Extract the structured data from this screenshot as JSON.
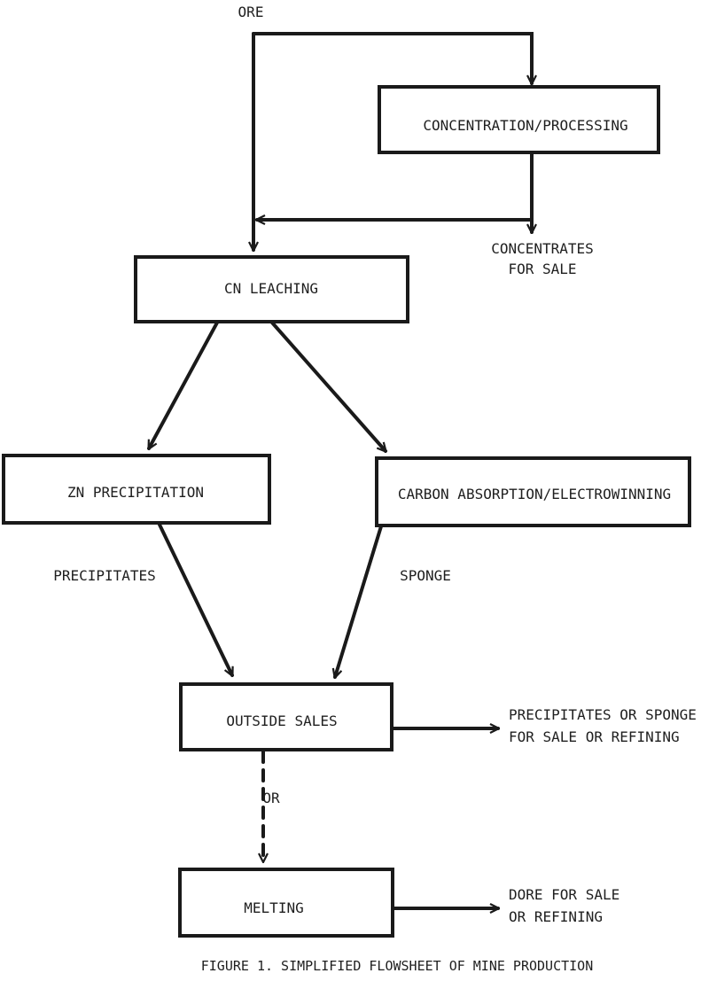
{
  "nodes": {
    "ore": "ORE",
    "concentration": "CONCENTRATION/PROCESSING",
    "concentrates": [
      "CONCENTRATES",
      "FOR SALE"
    ],
    "cn_leaching": "CN LEACHING",
    "zn_precipitation": "ZN PRECIPITATION",
    "carbon_absorption": "CARBON ABSORPTION/ELECTROWINNING",
    "outside_sales": "OUTSIDE SALES",
    "melting": "MELTING"
  },
  "edge_labels": {
    "precipitates": "PRECIPITATES",
    "sponge": "SPONGE",
    "or": "OR",
    "precip_sponge_sale": [
      "PRECIPITATES OR SPONGE",
      "FOR SALE OR REFINING"
    ],
    "dore_sale": [
      "DORE FOR SALE",
      "OR REFINING"
    ]
  },
  "caption": "FIGURE 1.  SIMPLIFIED FLOWSHEET OF MINE PRODUCTION"
}
